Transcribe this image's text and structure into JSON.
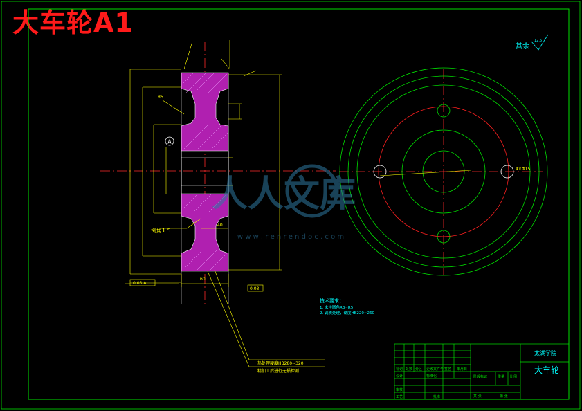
{
  "header": {
    "title": "大车轮A1"
  },
  "drawing": {
    "roughness_note": "其余",
    "roughness_value": "12.5",
    "datum_label": "A",
    "hub_slot_label": "R5",
    "fillet_label": "倒角1.5",
    "gap_label": "60",
    "hub_gap_label": "40",
    "feature_note_1": "热处理硬度HB280~320",
    "feature_note_2": "精加工后进行无损检测",
    "hole_label": "4×Φ15",
    "tolerance_left": "0.03 A",
    "tolerance_bottom": "0.03",
    "tech_requirements_title": "技术要求：",
    "tech_requirement_1": "1. 未注圆角R3~R5",
    "tech_requirement_2": "2. 调质处理，硬度HB220~260",
    "watermark_text": "人人文库",
    "watermark_url": "w w w . r e n r e n d o c . c o m"
  },
  "title_block": {
    "institution": "太湖学院",
    "part_name": "大车轮",
    "label_designer": "设计",
    "label_checker": "审核",
    "label_process": "工艺",
    "label_standard": "标准化",
    "label_approved": "批准",
    "label_stage_mark": "阶段标记",
    "label_weight": "重量",
    "label_scale": "比例",
    "label_sheet": "共 张",
    "label_sheet_no": "第 张",
    "row_header_1": "标记",
    "row_header_2": "处数",
    "row_header_3": "分区",
    "row_header_4": "更改文件号",
    "row_header_5": "签名",
    "row_header_6": "年月日"
  },
  "colors": {
    "background": "#000000",
    "frame": "#00ff00",
    "dimension": "#ffff00",
    "centerline": "#ff2a2a",
    "section_fill": "#b020b0",
    "cyan_text": "#00ffff",
    "circle_red": "#ff2020",
    "circle_green": "#00e000",
    "title_text": "#ff1a1a"
  }
}
